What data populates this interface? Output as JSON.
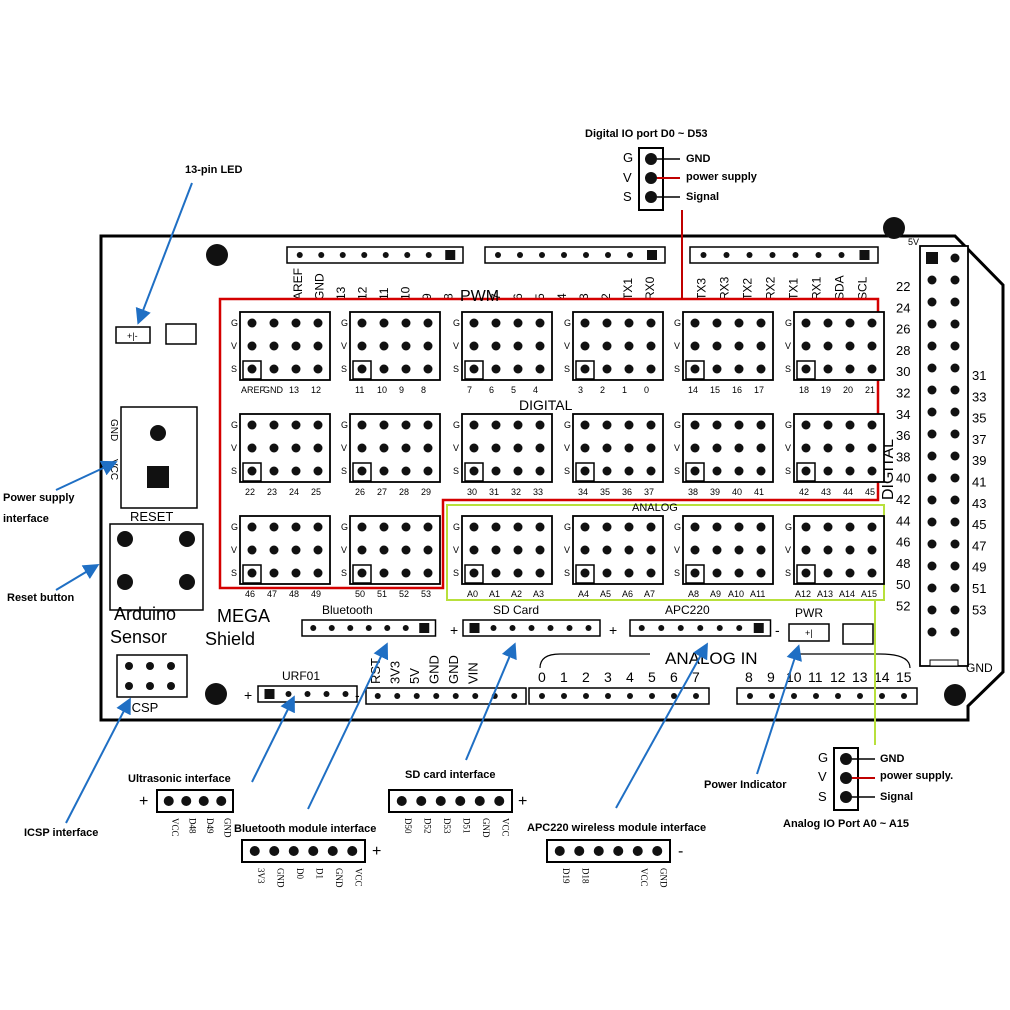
{
  "annotations": {
    "digital_port_title": "Digital IO port D0 ~ D53",
    "digital_gnd": "GND",
    "digital_power": "power supply",
    "digital_signal": "Signal",
    "analog_port_title": "Analog IO Port A0 ~ A15",
    "analog_gnd": "GND",
    "analog_power": "power supply.",
    "analog_signal": "Signal",
    "led_13": "13-pin LED",
    "power_iface_1": "Power supply",
    "power_iface_2": "interface",
    "reset_button": "Reset button",
    "icsp_iface": "ICSP interface",
    "ultrasonic_iface": "Ultrasonic interface",
    "bluetooth_iface": "Bluetooth module interface",
    "sdcard_iface": "SD card interface",
    "apc220_iface": "APC220 wireless module interface",
    "power_indicator": "Power Indicator"
  },
  "gvs": {
    "g": "G",
    "v": "V",
    "s": "S"
  },
  "board": {
    "pwm": "PWM",
    "digital": "DIGITAL",
    "digital_side": "DIGITAL",
    "analog": "ANALOG",
    "reset": "RESET",
    "arduino": "Arduino",
    "sensor": "Sensor",
    "mega": "MEGA",
    "shield": "Shield",
    "icsp": "ICSP",
    "gnd_vcc": [
      "GND",
      "VCC"
    ],
    "bluetooth": "Bluetooth",
    "sdcard": "SD Card",
    "apc220": "APC220",
    "pwr": "PWR",
    "urf01": "URF01",
    "analog_in": "ANALOG IN",
    "five_v": "5V",
    "gnd_right": "GND",
    "top_header_1": [
      "AREF",
      "GND",
      "13",
      "12",
      "11",
      "10",
      "9",
      "8"
    ],
    "top_header_2": [
      "7",
      "6",
      "5",
      "4",
      "3",
      "2",
      "TX1",
      "RX0"
    ],
    "top_header_3": [
      "TX3",
      "RX3",
      "TX2",
      "RX2",
      "TX1",
      "RX1",
      "SDA",
      "SCL"
    ],
    "power_header": [
      "RST",
      "3V3",
      "5V",
      "GND",
      "GND",
      "VIN"
    ],
    "analog_header_1": [
      "0",
      "1",
      "2",
      "3",
      "4",
      "5",
      "6",
      "7"
    ],
    "analog_header_2": [
      "8",
      "9",
      "10",
      "11",
      "12",
      "13",
      "14",
      "15"
    ],
    "right_left_nums": [
      "22",
      "24",
      "26",
      "28",
      "30",
      "32",
      "34",
      "36",
      "38",
      "40",
      "42",
      "44",
      "46",
      "48",
      "50",
      "52"
    ],
    "right_right_nums": [
      "31",
      "33",
      "35",
      "37",
      "39",
      "41",
      "43",
      "45",
      "47",
      "49",
      "51",
      "53"
    ]
  },
  "blocks": [
    [
      "AREF",
      "GND",
      "13",
      "12"
    ],
    [
      "11",
      "10",
      "9",
      "8"
    ],
    [
      "7",
      "6",
      "5",
      "4"
    ],
    [
      "3",
      "2",
      "1",
      "0"
    ],
    [
      "14",
      "15",
      "16",
      "17"
    ],
    [
      "18",
      "19",
      "20",
      "21"
    ],
    [
      "22",
      "23",
      "24",
      "25"
    ],
    [
      "26",
      "27",
      "28",
      "29"
    ],
    [
      "30",
      "31",
      "32",
      "33"
    ],
    [
      "34",
      "35",
      "36",
      "37"
    ],
    [
      "38",
      "39",
      "40",
      "41"
    ],
    [
      "42",
      "43",
      "44",
      "45"
    ],
    [
      "46",
      "47",
      "48",
      "49"
    ],
    [
      "50",
      "51",
      "52",
      "53"
    ],
    [
      "A0",
      "A1",
      "A2",
      "A3"
    ],
    [
      "A4",
      "A5",
      "A6",
      "A7"
    ],
    [
      "A8",
      "A9",
      "A10",
      "A11"
    ],
    [
      "A12",
      "A13",
      "A14",
      "A15"
    ]
  ],
  "modules": {
    "ultrasonic_pins": [
      "VCC",
      "D48",
      "D49",
      "GND"
    ],
    "bluetooth_pins": [
      "3V3",
      "GND",
      "D0",
      "D1",
      "GND",
      "VCC"
    ],
    "sdcard_pins": [
      "D50",
      "D52",
      "D53",
      "D51",
      "GND",
      "VCC"
    ],
    "apc220_pins": [
      "D19",
      "D18",
      "",
      "",
      "VCC",
      "GND"
    ],
    "plus": "+",
    "minus": "-"
  },
  "colors": {
    "digital_region": "#d40000",
    "analog_region": "#b8e03c",
    "arrow": "#1f6fc4",
    "wire_red": "#c00000"
  }
}
